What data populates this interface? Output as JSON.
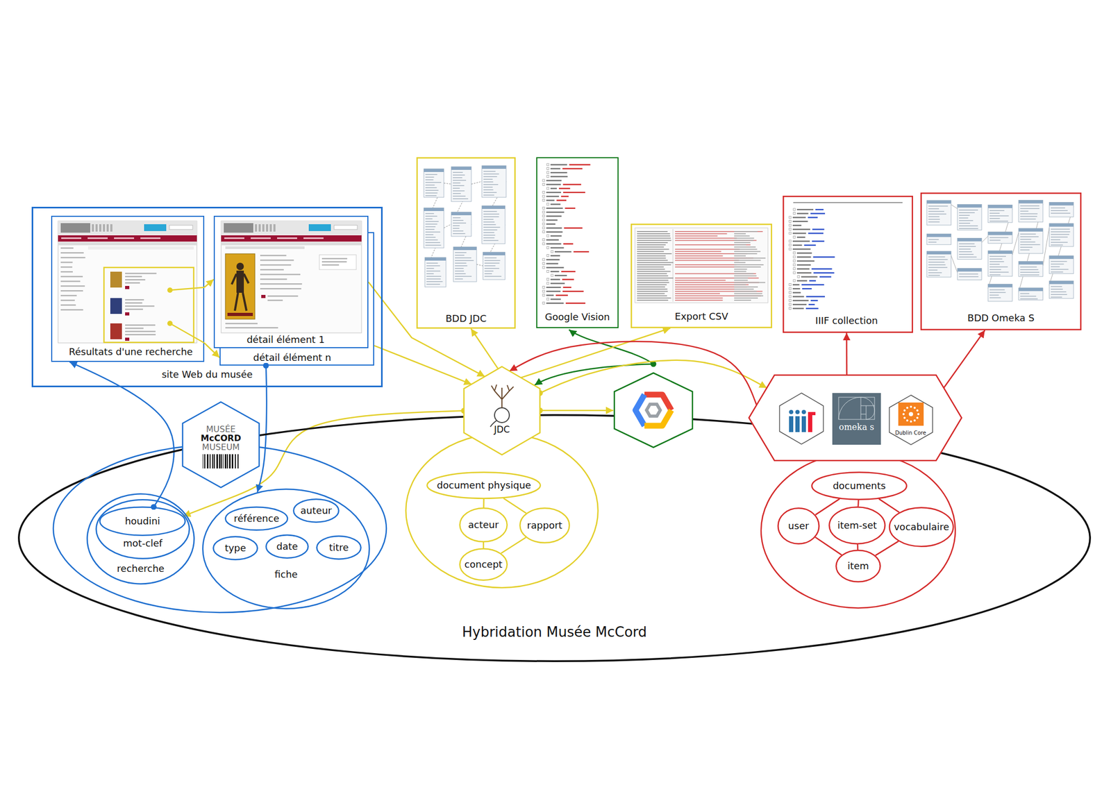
{
  "diagram": {
    "nodes": [
      {
        "text": [
          "site Web du musée"
        ]
      },
      {
        "text": [
          "Résultats d'une recherche"
        ],
        "in": 0
      },
      {
        "text": [
          "détail élément 1"
        ],
        "in": 0
      },
      {
        "text": [
          "détail élément n"
        ],
        "in": 0
      },
      {
        "text": [
          "BDD JDC"
        ]
      },
      {
        "text": [
          "Google Vision"
        ]
      },
      {
        "text": [
          "Export CSV"
        ]
      },
      {
        "text": [
          "IIIF collection"
        ]
      },
      {
        "text": [
          "BDD Omeka S"
        ]
      },
      {
        "text": [
          "MUSÉE",
          "McCORD",
          "MUSEUM"
        ]
      },
      {
        "text": [
          "JDC"
        ]
      },
      {
        "text": [
          "omeka s",
          "Dublin Core"
        ]
      },
      {
        "text": [
          "Hybridation Musée McCord"
        ]
      },
      {
        "text": [
          "recherche"
        ],
        "in": 12
      },
      {
        "text": [
          "mot-clef"
        ],
        "in": 13
      },
      {
        "text": [
          "houdini"
        ],
        "in": 14
      },
      {
        "text": [
          "fiche"
        ],
        "in": 12
      },
      {
        "text": [
          "référence"
        ],
        "in": 16
      },
      {
        "text": [
          "auteur"
        ],
        "in": 16
      },
      {
        "text": [
          "type"
        ],
        "in": 16
      },
      {
        "text": [
          "date"
        ],
        "in": 16
      },
      {
        "text": [
          "titre"
        ],
        "in": 16
      },
      {
        "text": [
          "document physique"
        ],
        "in": 12
      },
      {
        "text": [
          "acteur"
        ],
        "in": 12
      },
      {
        "text": [
          "rapport"
        ],
        "in": 12
      },
      {
        "text": [
          "concept"
        ],
        "in": 12
      },
      {
        "text": [
          "documents"
        ],
        "in": 12
      },
      {
        "text": [
          "user"
        ],
        "in": 12
      },
      {
        "text": [
          "item-set"
        ],
        "in": 12
      },
      {
        "text": [
          "vocabulaire"
        ],
        "in": 12
      },
      {
        "text": [
          "item"
        ],
        "in": 12
      }
    ],
    "edges": [
      {
        "from": 1,
        "to": 2,
        "arrow": "to"
      },
      {
        "from": 1,
        "to": 3,
        "arrow": "to"
      },
      {
        "from": 2,
        "to": 10,
        "arrow": "to"
      },
      {
        "from": 3,
        "to": 10,
        "arrow": "to"
      },
      {
        "from": 10,
        "to": 15,
        "arrow": "to"
      },
      {
        "from": 15,
        "to": 1,
        "arrow": "to"
      },
      {
        "from": 3,
        "to": 16,
        "arrow": "to"
      },
      {
        "from": 10,
        "to": 4,
        "arrow": "to"
      },
      {
        "from": 10,
        "to": 6,
        "arrow": "to"
      },
      {
        "from": 10,
        "to": 11,
        "arrow": "to"
      },
      {
        "from": 11,
        "to": 10,
        "arrow": "to"
      },
      {
        "from": 11,
        "to": 7,
        "arrow": "to"
      },
      {
        "from": 11,
        "to": 8,
        "arrow": "to"
      },
      {
        "from": 22,
        "to": 23,
        "arrow": "none"
      },
      {
        "from": 22,
        "to": 24,
        "arrow": "none"
      },
      {
        "from": 23,
        "to": 25,
        "arrow": "none"
      },
      {
        "from": 25,
        "to": 24,
        "arrow": "none"
      },
      {
        "from": 26,
        "to": 27,
        "arrow": "none"
      },
      {
        "from": 26,
        "to": 28,
        "arrow": "none"
      },
      {
        "from": 26,
        "to": 29,
        "arrow": "none"
      },
      {
        "from": 27,
        "to": 30,
        "arrow": "none"
      },
      {
        "from": 28,
        "to": 30,
        "arrow": "none"
      },
      {
        "from": 29,
        "to": 30,
        "arrow": "none"
      }
    ]
  }
}
